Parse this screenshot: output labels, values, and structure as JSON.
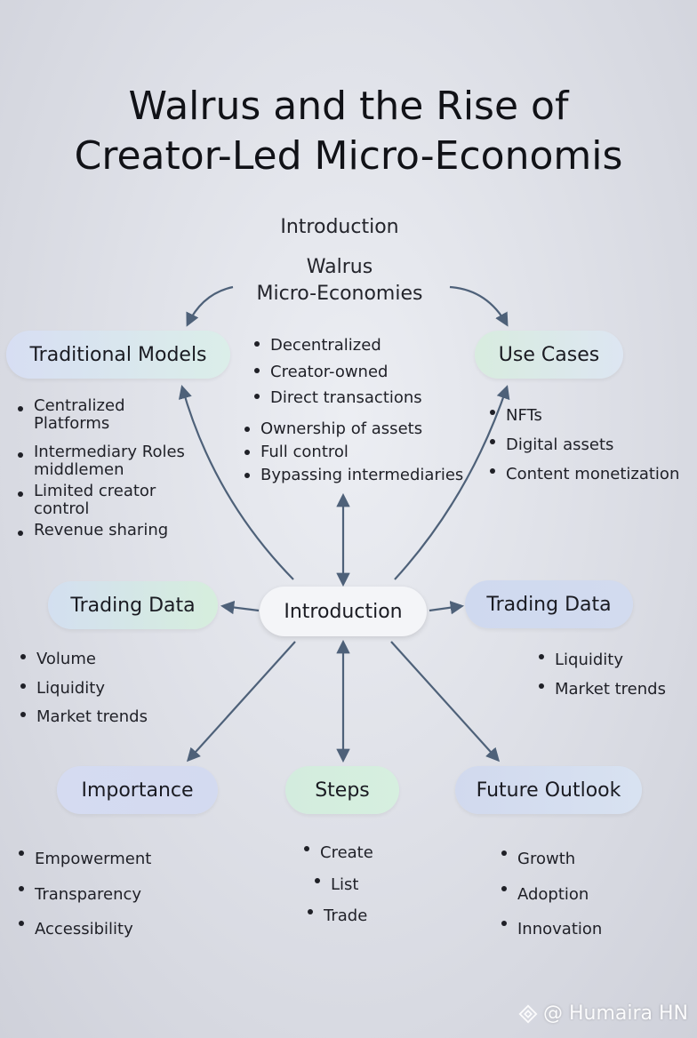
{
  "title": {
    "line1": "Walrus and the Rise of",
    "line2": "Creator-Led Micro-Economis"
  },
  "top_label": "Introduction",
  "center_label": {
    "line1": "Walrus",
    "line2": "Micro-Economies"
  },
  "nodes": {
    "traditional_models": {
      "label": "Traditional Models",
      "items": [
        "Centralized Platforms",
        "Intermediary Roles middlemen",
        "Limited creator control",
        "Revenue sharing"
      ]
    },
    "use_cases": {
      "label": "Use Cases",
      "items": [
        "NFTs",
        "Digital assets",
        "Content monetization"
      ]
    },
    "center_features": [
      "Decentralized",
      "Creator-owned",
      "Direct transactions"
    ],
    "ownership": [
      "Ownership of assets",
      "Full control",
      "Bypassing intermediaries"
    ],
    "introduction": {
      "label": "Introduction"
    },
    "trading_data_left": {
      "label": "Trading Data",
      "items": [
        "Volume",
        "Liquidity",
        "Market trends"
      ]
    },
    "trading_data_right": {
      "label": "Trading Data",
      "items": [
        "Liquidity",
        "Market trends"
      ]
    },
    "importance": {
      "label": "Importance",
      "items": [
        "Empowerment",
        "Transparency",
        "Accessibility"
      ]
    },
    "steps": {
      "label": "Steps",
      "items": [
        "Create",
        "List",
        "Trade"
      ]
    },
    "future_outlook": {
      "label": "Future Outlook",
      "items": [
        "Growth",
        "Adoption",
        "Innovation"
      ]
    }
  },
  "watermark": "@ Humaira HN",
  "colors": {
    "arrow": "#4e6179",
    "text": "#1b1c22"
  }
}
